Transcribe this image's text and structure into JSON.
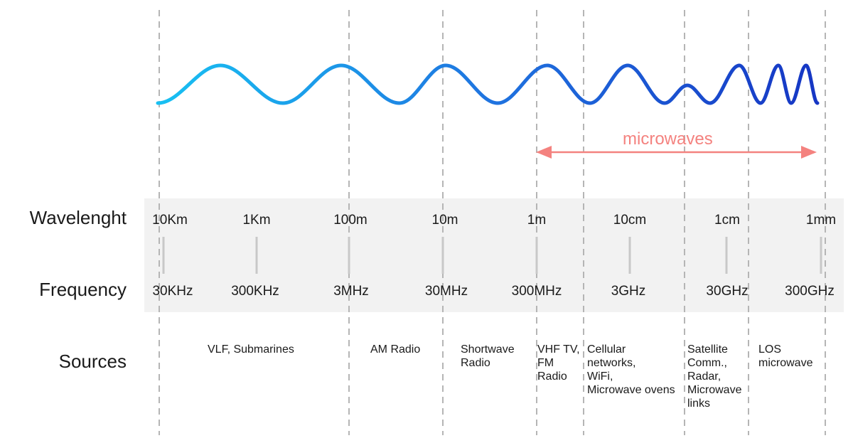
{
  "row_labels": {
    "wavelength": "Wavelenght",
    "frequency": "Frequency",
    "sources": "Sources"
  },
  "wavelengths": [
    "10Km",
    "1Km",
    "100m",
    "10m",
    "1m",
    "10cm",
    "1cm",
    "1mm"
  ],
  "frequencies": [
    "30KHz",
    "300KHz",
    "3MHz",
    "30MHz",
    "300MHz",
    "3GHz",
    "30GHz",
    "300GHz"
  ],
  "sources": [
    {
      "lines": [
        "VLF, Submarines"
      ]
    },
    {
      "lines": [
        "AM Radio"
      ]
    },
    {
      "lines": [
        "Shortwave",
        "Radio"
      ]
    },
    {
      "lines": [
        "VHF TV,",
        "FM",
        "Radio"
      ]
    },
    {
      "lines": [
        "Cellular",
        "networks,",
        "WiFi,",
        "Microwave ovens"
      ]
    },
    {
      "lines": [
        "Satellite",
        "Comm.,",
        "Radar,",
        "Microwave",
        "links"
      ]
    },
    {
      "lines": [
        "LOS",
        "microwave"
      ]
    }
  ],
  "microwaves_label": "microwaves",
  "colors": {
    "wave_start": "#18c0f2",
    "wave_mid": "#1f74e0",
    "wave_end": "#1636c4",
    "microwaves_arrow": "#f4827f",
    "band": "#f2f2f2",
    "divider": "#b5b5b5"
  }
}
